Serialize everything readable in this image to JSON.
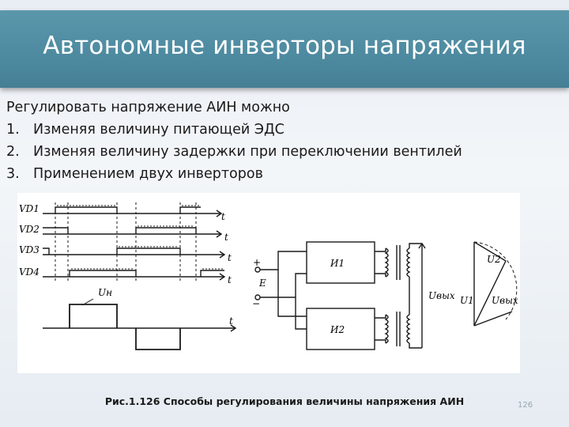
{
  "slide": {
    "title": "Автономные инверторы напряжения",
    "intro": "Регулировать напряжение АИН можно",
    "list": [
      {
        "num": "1.",
        "text": "Изменяя величину питающей ЭДС"
      },
      {
        "num": "2.",
        "text": "Изменяя величину задержки при переключении вентилей"
      },
      {
        "num": "3.",
        "text": "Применением двух инверторов"
      }
    ],
    "caption": "Рис.1.126 Способы регулирования величины напряжения АИН",
    "page_number": "126"
  },
  "figure": {
    "timing_labels": [
      "VD1",
      "VD2",
      "VD3",
      "VD4"
    ],
    "time_label": "t",
    "output_label": "Uн",
    "source_label": "E",
    "plus_sign": "+",
    "minus_sign": "−",
    "inverter_1": "И1",
    "inverter_2": "И2",
    "out_voltage_label": "Uвых",
    "phasor_u1": "U1",
    "phasor_u2": "U2",
    "phasor_uout": "Uвых"
  }
}
